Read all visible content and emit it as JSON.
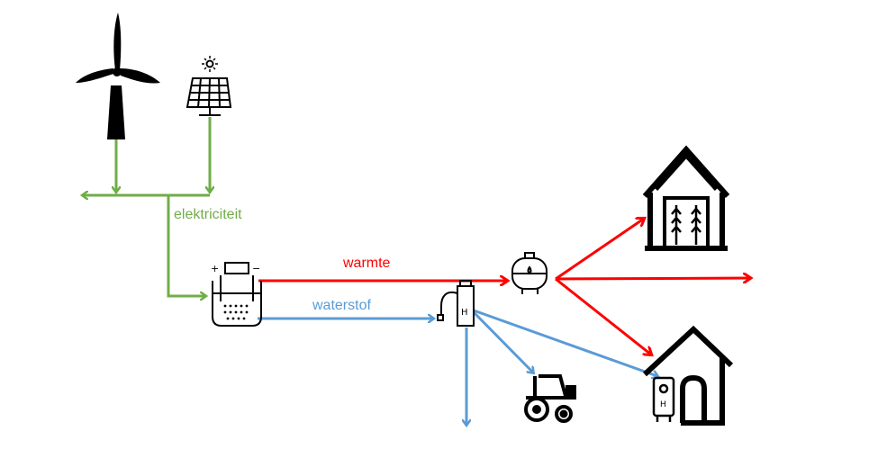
{
  "labels": {
    "electricity": "elektriciteit",
    "heat": "warmte",
    "hydrogen": "waterstof"
  },
  "colors": {
    "electricity": "#70ad47",
    "heat": "#ff0000",
    "hydrogen": "#5b9bd5",
    "icon": "#000000"
  },
  "icons": [
    "wind-turbine-icon",
    "solar-panel-icon",
    "electrolyzer-icon",
    "hydrogen-storage-tank-icon",
    "hydrogen-fuel-pump-icon",
    "greenhouse-barn-icon",
    "tractor-icon",
    "house-with-boiler-icon"
  ]
}
